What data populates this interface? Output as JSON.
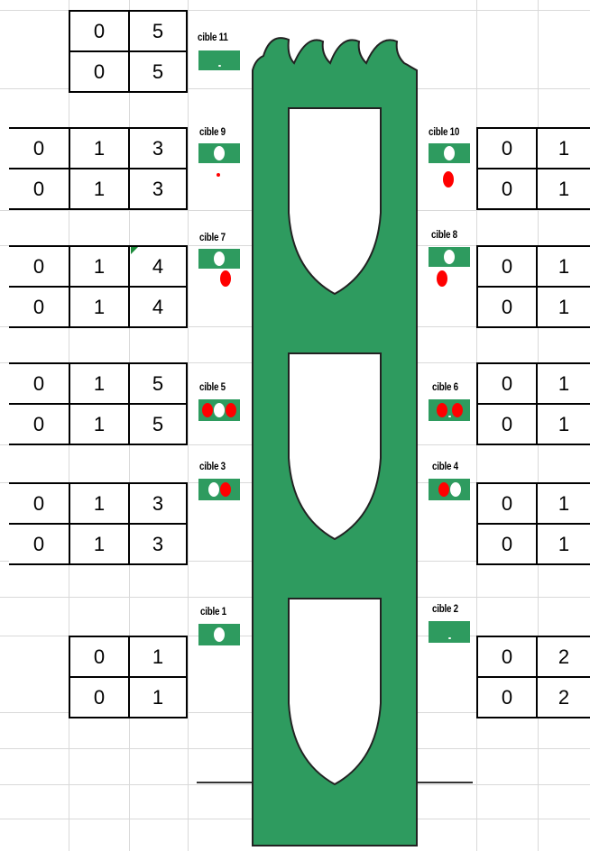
{
  "colors": {
    "tower_green": "#2e9b5f",
    "hit_red": "#ff0000",
    "grid_gray": "#d9d9d9",
    "border_black": "#000000"
  },
  "left_tables": [
    {
      "id": "L11",
      "rows": [
        [
          "0",
          "5"
        ],
        [
          "0",
          "5"
        ]
      ]
    },
    {
      "id": "L9",
      "rows": [
        [
          "0",
          "1",
          "3"
        ],
        [
          "0",
          "1",
          "3"
        ]
      ]
    },
    {
      "id": "L7",
      "rows": [
        [
          "0",
          "1",
          "4"
        ],
        [
          "0",
          "1",
          "4"
        ]
      ]
    },
    {
      "id": "L5",
      "rows": [
        [
          "0",
          "1",
          "5"
        ],
        [
          "0",
          "1",
          "5"
        ]
      ]
    },
    {
      "id": "L3",
      "rows": [
        [
          "0",
          "1",
          "3"
        ],
        [
          "0",
          "1",
          "3"
        ]
      ]
    },
    {
      "id": "L1",
      "rows": [
        [
          "0",
          "1"
        ],
        [
          "0",
          "1"
        ]
      ]
    }
  ],
  "right_tables": [
    {
      "id": "R10",
      "rows": [
        [
          "0",
          "1"
        ],
        [
          "0",
          "1"
        ]
      ]
    },
    {
      "id": "R8",
      "rows": [
        [
          "0",
          "1"
        ],
        [
          "0",
          "1"
        ]
      ]
    },
    {
      "id": "R6",
      "rows": [
        [
          "0",
          "1"
        ],
        [
          "0",
          "1"
        ]
      ]
    },
    {
      "id": "R4",
      "rows": [
        [
          "0",
          "1"
        ],
        [
          "0",
          "1"
        ]
      ]
    },
    {
      "id": "R2",
      "rows": [
        [
          "0",
          "2"
        ],
        [
          "0",
          "2"
        ]
      ]
    }
  ],
  "targets": [
    {
      "label": "cible 11",
      "marks": [
        "tiny-white"
      ],
      "below": null
    },
    {
      "label": "cible 9",
      "marks": [
        "white"
      ],
      "below": "tiny-red"
    },
    {
      "label": "cible 10",
      "marks": [
        "white"
      ],
      "below": "red"
    },
    {
      "label": "cible 7",
      "marks": [
        "white"
      ],
      "below": "red"
    },
    {
      "label": "cible 8",
      "marks": [
        "white"
      ],
      "below": "red"
    },
    {
      "label": "cible 5",
      "marks": [
        "red",
        "white",
        "red"
      ],
      "below": null
    },
    {
      "label": "cible 6",
      "marks": [
        "red",
        "tiny-white",
        "red"
      ],
      "below": null
    },
    {
      "label": "cible 3",
      "marks": [
        "white",
        "red"
      ],
      "below": null
    },
    {
      "label": "cible 4",
      "marks": [
        "red",
        "white"
      ],
      "below": null
    },
    {
      "label": "cible 1",
      "marks": [
        "white"
      ],
      "below": null
    },
    {
      "label": "cible 2",
      "marks": [
        "tiny-white"
      ],
      "below": null
    }
  ]
}
